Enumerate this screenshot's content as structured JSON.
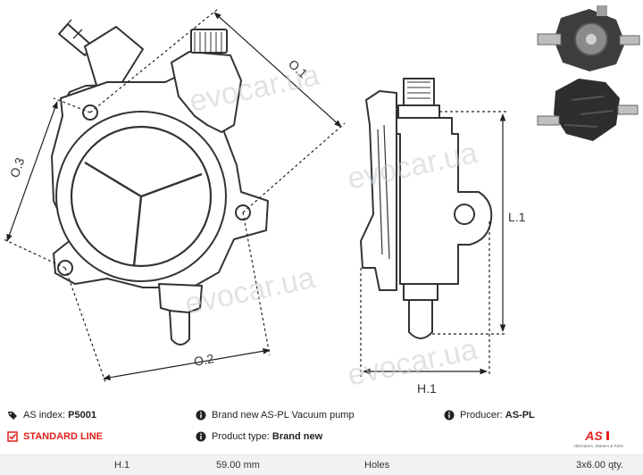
{
  "dimension_labels": {
    "o1": "O.1",
    "o2": "O.2",
    "o3": "O.3",
    "l1": "L.1",
    "h1": "H.1"
  },
  "watermark": "evocar.ua",
  "info": {
    "index_label": "AS index:",
    "index_value": "P5001",
    "standard_line": "STANDARD LINE",
    "description": "Brand new AS-PL Vacuum pump",
    "product_type_label": "Product type:",
    "product_type_value": "Brand new",
    "producer_label": "Producer:",
    "producer_value": "AS-PL"
  },
  "logo": {
    "mark": "AS",
    "tagline": "Alternators, Starters & Parts"
  },
  "specs": [
    {
      "name": "H.1",
      "value": "59.00 mm"
    },
    {
      "name": "Holes",
      "value": "3x6.00 qty."
    }
  ],
  "colors": {
    "accent_red": "#e3201b",
    "line": "#333333",
    "table_bg": "#f2f2f2"
  }
}
